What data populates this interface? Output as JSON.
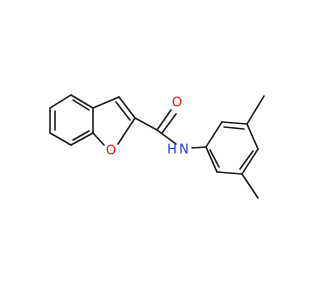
{
  "molecule": {
    "name_shown": "",
    "atoms": [
      {
        "id": "O_carbonyl",
        "label": "O",
        "color": "#e8141a"
      },
      {
        "id": "O_furan",
        "label": "O",
        "color": "#e8141a"
      },
      {
        "id": "N_amide",
        "label": "N",
        "color": "#1d3bd8"
      },
      {
        "id": "H_amide",
        "label": "H",
        "color": "#1d3bd8"
      }
    ],
    "bond_color": "#1a1a1a",
    "background_color": "#ffffff"
  }
}
